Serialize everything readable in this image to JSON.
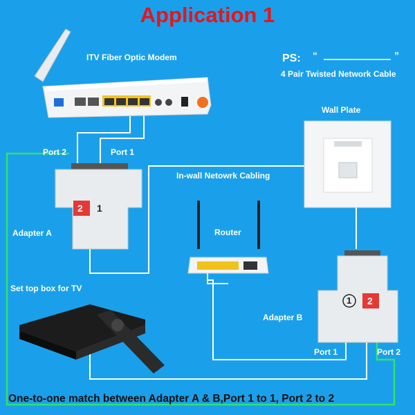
{
  "title": "Application 1",
  "ps": {
    "label": "PS:",
    "quote_open": "“",
    "quote_close": "”",
    "description": "4 Pair Twisted Network Cable"
  },
  "devices": {
    "modem": "ITV Fiber Optic Modem",
    "wall_plate": "Wall Plate",
    "in_wall": "In-wall Netowrk Cabling",
    "adapter_a": "Adapter A",
    "adapter_b": "Adapter B",
    "router": "Router",
    "stb": "Set top box for TV"
  },
  "ports": {
    "a_port2": "Port 2",
    "a_port1": "Port 1",
    "b_port1": "Port 1",
    "b_port2": "Port 2",
    "num1": "1",
    "num2": "2"
  },
  "footer": "One-to-one match between Adapter A & B,Port 1 to 1, Port 2 to 2",
  "colors": {
    "background": "#1aa0ea",
    "title": "#e8141c",
    "cable_green": "#2fe36a",
    "cable_white": "#ffffff",
    "badge_red": "#e53935"
  }
}
